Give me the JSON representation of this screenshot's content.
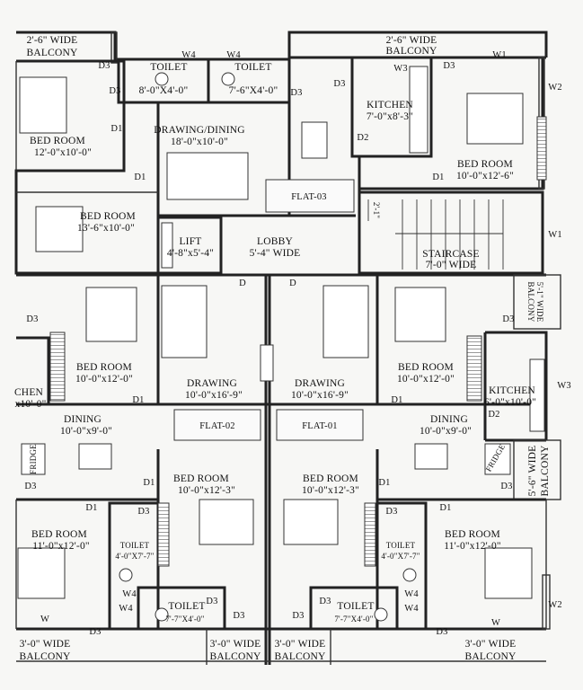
{
  "balconies": {
    "top_left": [
      "2'-6\" WIDE",
      "BALCONY"
    ],
    "top_right": [
      "2'-6\" WIDE",
      "BALCONY"
    ],
    "right_mid": [
      "5'-1\" WIDE",
      "BALCONY"
    ],
    "right_lower": [
      "5'-6\" WIDE",
      "BALCONY"
    ],
    "bottom_left": [
      "3'-0\" WIDE",
      "BALCONY"
    ],
    "bottom_mid_left": [
      "3'-0\" WIDE",
      "BALCONY"
    ],
    "bottom_mid_right": [
      "3'-0\" WIDE",
      "BALCONY"
    ],
    "bottom_right": [
      "3'-0\" WIDE",
      "BALCONY"
    ]
  },
  "rooms": {
    "bed_top_left": [
      "BED ROOM",
      "12'-0\"x10'-0\""
    ],
    "toilet_top_1": [
      "TOILET",
      "8'-0\"X4'-0\""
    ],
    "toilet_top_2": [
      "TOILET",
      "7'-6\"X4'-0\""
    ],
    "drawing_dining_top": [
      "DRAWING/DINING",
      "18'-0\"x10'-0\""
    ],
    "kitchen_top": [
      "KITCHEN",
      "7'-0\"x8'-3\""
    ],
    "bed_top_right": [
      "BED ROOM",
      "10'-0\"x12'-6\""
    ],
    "bed_left_2": [
      "BED ROOM",
      "13'-6\"x10'-0\""
    ],
    "lift": [
      "LIFT",
      "4'-8\"x5'-4\""
    ],
    "lobby": [
      "LOBBY",
      "5'-4\" WIDE"
    ],
    "staircase": [
      "STAIRCASE",
      "7'-0\" WIDE"
    ],
    "bed_mid_left": [
      "BED ROOM",
      "10'-0\"x12'-0\""
    ],
    "drawing_left": [
      "DRAWING",
      "10'-0\"x16'-9\""
    ],
    "drawing_right": [
      "DRAWING",
      "10'-0\"x16'-9\""
    ],
    "bed_mid_right": [
      "BED ROOM",
      "10'-0\"x12'-0\""
    ],
    "kitchen_left_partial": [
      "CHEN",
      "x10'-0\""
    ],
    "kitchen_right": [
      "KITCHEN",
      "6'-0\"x10'-0\""
    ],
    "dining_left": [
      "DINING",
      "10'-0\"x9'-0\""
    ],
    "dining_right": [
      "DINING",
      "10'-0\"x9'-0\""
    ],
    "bed_low_center_left": [
      "BED ROOM",
      "10'-0\"x12'-3\""
    ],
    "bed_low_center_right": [
      "BED ROOM",
      "10'-0\"x12'-3\""
    ],
    "bed_low_left": [
      "BED ROOM",
      "11'-0\"x12'-0\""
    ],
    "bed_low_right": [
      "BED ROOM",
      "11'-0\"x12'-0\""
    ],
    "toilet_low_left": [
      "TOILET",
      "4'-0\"X7'-7\""
    ],
    "toilet_low_right": [
      "TOILET",
      "4'-0\"X7'-7\""
    ],
    "toilet_bottom_left": [
      "TOILET",
      "7'-7\"X4'-0\""
    ],
    "toilet_bottom_right": [
      "TOILET",
      "7'-7\"X4'-0\""
    ]
  },
  "flats": {
    "flat_01": "FLAT-01",
    "flat_02": "FLAT-02",
    "flat_03": "FLAT-03"
  },
  "fixtures": {
    "fridge": "FRIDGE"
  },
  "codes": {
    "D": "D",
    "D1": "D1",
    "D2": "D2",
    "D3": "D3",
    "W": "W",
    "W1": "W1",
    "W2": "W2",
    "W3": "W3",
    "W4": "W4",
    "stair_gap": "2'-1\""
  }
}
